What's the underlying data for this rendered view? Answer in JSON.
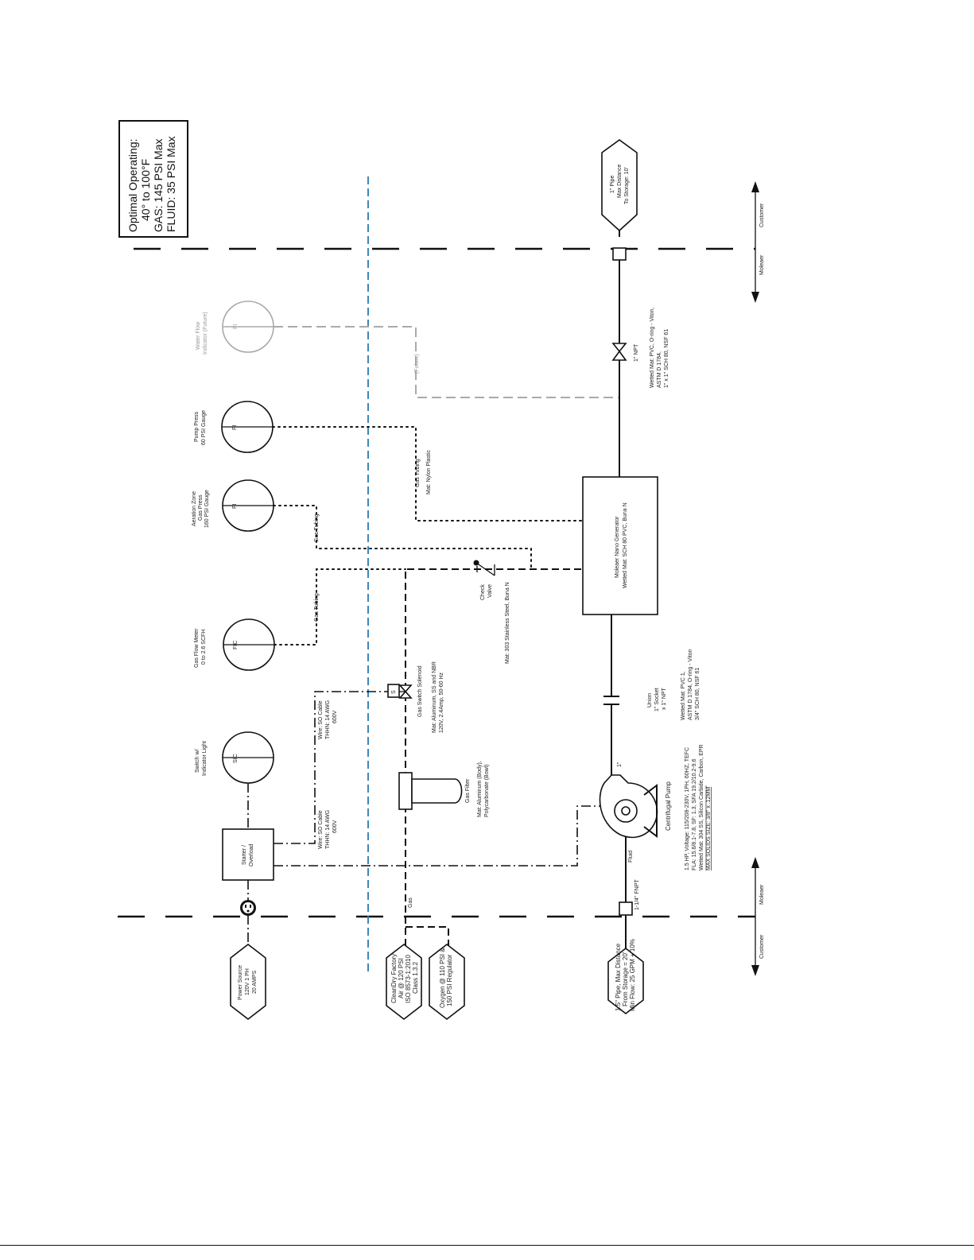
{
  "operating_box": {
    "line1": "Optimal Operating:",
    "line2": "40° to 100°F",
    "line3": "GAS: 145 PSI Max",
    "line4": "FLUID: 35 PSI Max"
  },
  "gauges": {
    "vfi": {
      "label1": "Water Flow",
      "label2": "Indicator (Future)",
      "tag": "FI"
    },
    "pump_press": {
      "label1": "Pump Press",
      "label2": "60 PSI Gauge",
      "tag": "PI"
    },
    "aeration": {
      "label1": "Aeration Zone",
      "label2": "Gas Press",
      "label3": "160 PSI Gauge",
      "tag": "PI"
    },
    "gas_flow": {
      "label1": "Gas Flow Meter",
      "label2": "0 to 2.6 SCFH",
      "tag": "FIC"
    },
    "switch": {
      "label1": "Switch w/",
      "label2": "Indicator Light",
      "tag": "SIC"
    }
  },
  "starter": {
    "line1": "Starter /",
    "line2": "Overload"
  },
  "generator": {
    "line1": "Moleaer Nano Generator",
    "line2": "Wetted Mat: SCH 80 PVC, Buna N"
  },
  "tanks": {
    "discharge": {
      "line1": "1\" Pipe",
      "line2": "Max Distance",
      "line3": "To Storage: 10'"
    },
    "power": {
      "line1": "Power Source",
      "line2": "120V 1 PH",
      "line3": "20 AMPS"
    },
    "air": {
      "line1": "CleanDry Factory",
      "line2": "Air @ 120 PSI",
      "line3": "ISO 8573-1:2010",
      "line4": "Class 1.3.2"
    },
    "oxygen": {
      "line1": "Oxygen @ 110 PSI &",
      "line2": "150 PSI Regulator"
    },
    "suction": {
      "line1": "1.5\" Pipe, Max Distance",
      "line2": "From Storage = 20'",
      "line3": "Min Flow: 25 GPM + 10%"
    }
  },
  "labels": {
    "future": "(Future)",
    "gas_tubing_1": "Gas Tubing",
    "gas_tubing_mat": "Mat: Nylon Plastic",
    "gas_tubing_2": "Gas Tubing",
    "gas_tubing_3": "Gas Tubing",
    "check_valve_1": "Check",
    "check_valve_2": "Valve",
    "check_valve_mat": "Mat: 303 Stainless Steel, Buna N",
    "valve_size": "1\" NPT",
    "valve_mat_1": "Wetted Mat: PVC, O-ring - Viton,",
    "valve_mat_2": "ASTM D 1784,",
    "valve_mat_3": "1\" x 1\" SCH 80, NSF 61",
    "union_1": "Union",
    "union_2": "1\" Socket",
    "union_3": "x 1\" NPT",
    "union_mat_1": "Wetted Mat: PVC 1,",
    "union_mat_2": "ASTM D 1784, O-ring - Viton",
    "union_mat_3": "3/4\" SCH 80, NSF 61",
    "one_inch": "1\"",
    "fluid": "Fluid",
    "suction_fitting": "1-1/4\" FNPT",
    "gas": "Gas",
    "cable_a_1": "Wire: SO Cable",
    "cable_a_2": "THHN: 14 AWG",
    "cable_a_3": "600V",
    "cable_b_1": "Wire: SO Cable",
    "cable_b_2": "THHN: 14 AWG",
    "cable_b_3": "600V",
    "solenoid_tag": "S",
    "solenoid_name": "Gas Switch Solenoid",
    "solenoid_mat_1": "Mat: Aluminum, SS and NBR",
    "solenoid_mat_2": "120V, 2.4Amp, 50-60 Hz",
    "filter_name": "Gas Filter",
    "filter_mat_1": "Mat: Aluminum (Body),",
    "filter_mat_2": "Polycarbonate (Bowl)",
    "pump_name": "Centrifugal Pump",
    "pump_spec_1": "1.5 HP, Voltage: 115/208-230V, 1PH, 60HZ, TEFC",
    "pump_spec_2": "FLA: 15.6/8.1-7.8, SF: 1.3, SFA 19.2/10.2-9.6",
    "pump_spec_3": "Wetted Mat: 304 SS, Silicon Carbide, Carbon, EPR",
    "pump_spec_4": "MAX SOLIDS SIZE: 3/8\" x .12MM",
    "customer_top": "Customer",
    "moleaer_top": "Moleaer",
    "customer_bottom": "Customer",
    "moleaer_bottom": "Moleaer"
  }
}
